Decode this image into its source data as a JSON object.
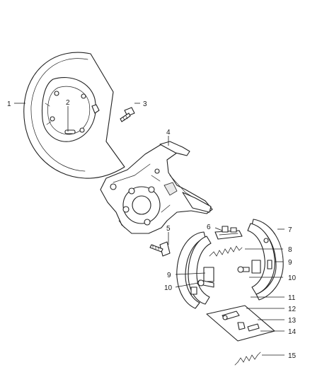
{
  "diagram": {
    "callouts": [
      "1",
      "2",
      "3",
      "4",
      "5",
      "6",
      "7",
      "8",
      "9",
      "10",
      "9",
      "10",
      "11",
      "12",
      "13",
      "14",
      "15"
    ]
  }
}
